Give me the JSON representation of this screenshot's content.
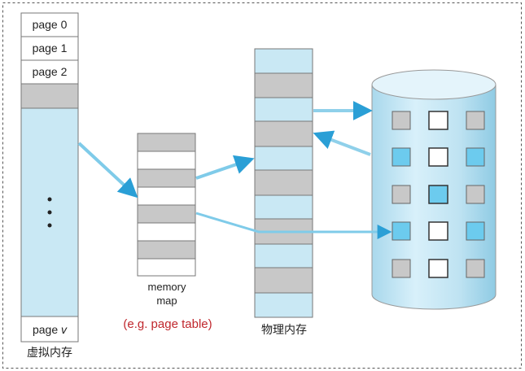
{
  "virtual_memory": {
    "pages": [
      {
        "label": "page 0"
      },
      {
        "label": "page 1"
      },
      {
        "label": "page 2"
      }
    ],
    "last_page_prefix": "page ",
    "last_page_var": "v",
    "caption": "虚拟内存"
  },
  "memory_map": {
    "caption_line1": "memory",
    "caption_line2": "map",
    "note": "(e.g. page table)"
  },
  "physical_memory": {
    "caption": "物理内存"
  },
  "colors": {
    "light_blue": "#c9e8f4",
    "gray_block": "#c8c8c8",
    "arrow_blue": "#3aa9dc",
    "note_red": "#c0272d",
    "disk_blue": "#bfe3f2",
    "disk_cell_blue": "#6ccbee"
  }
}
